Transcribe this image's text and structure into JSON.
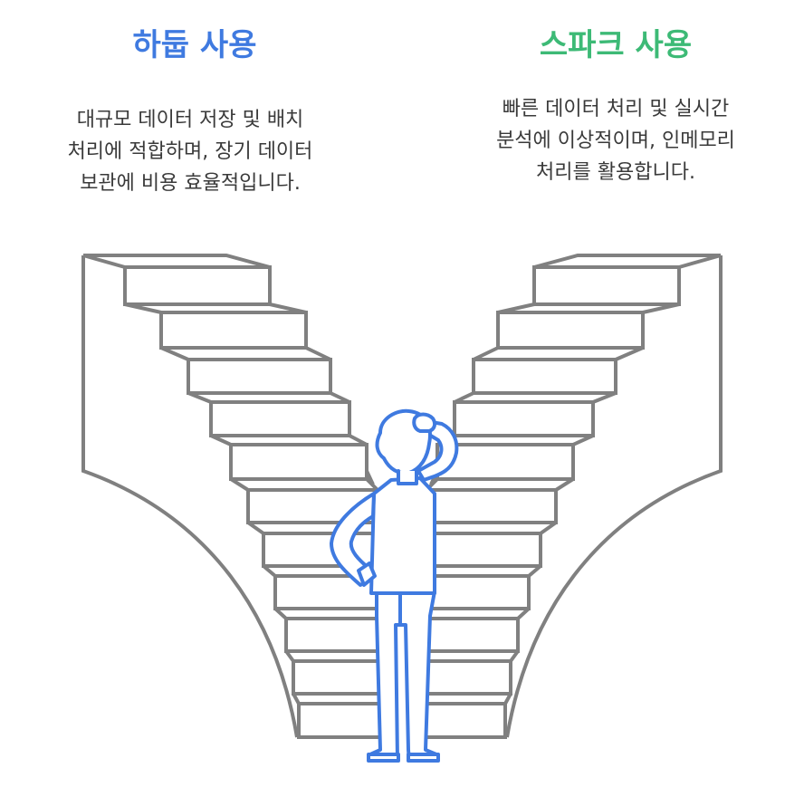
{
  "colors": {
    "hadoop": "#3f7ae0",
    "spark": "#3dba76",
    "stairs": "#808080",
    "person": "#3f7ae0"
  },
  "hadoop": {
    "title": "하둡 사용",
    "desc_lines": [
      "대규모 데이터 저장 및 배치",
      "처리에 적합하며, 장기 데이터",
      "보관에 비용 효율적입니다."
    ]
  },
  "spark": {
    "title": "스파크 사용",
    "desc_lines": [
      "빠른 데이터 처리 및 실시간",
      "분석에 이상적이며, 인메모리",
      "처리를 활용합니다."
    ]
  },
  "icons": {
    "left": "staircase-icon",
    "right": "staircase-icon",
    "center": "person-thinking-icon"
  }
}
